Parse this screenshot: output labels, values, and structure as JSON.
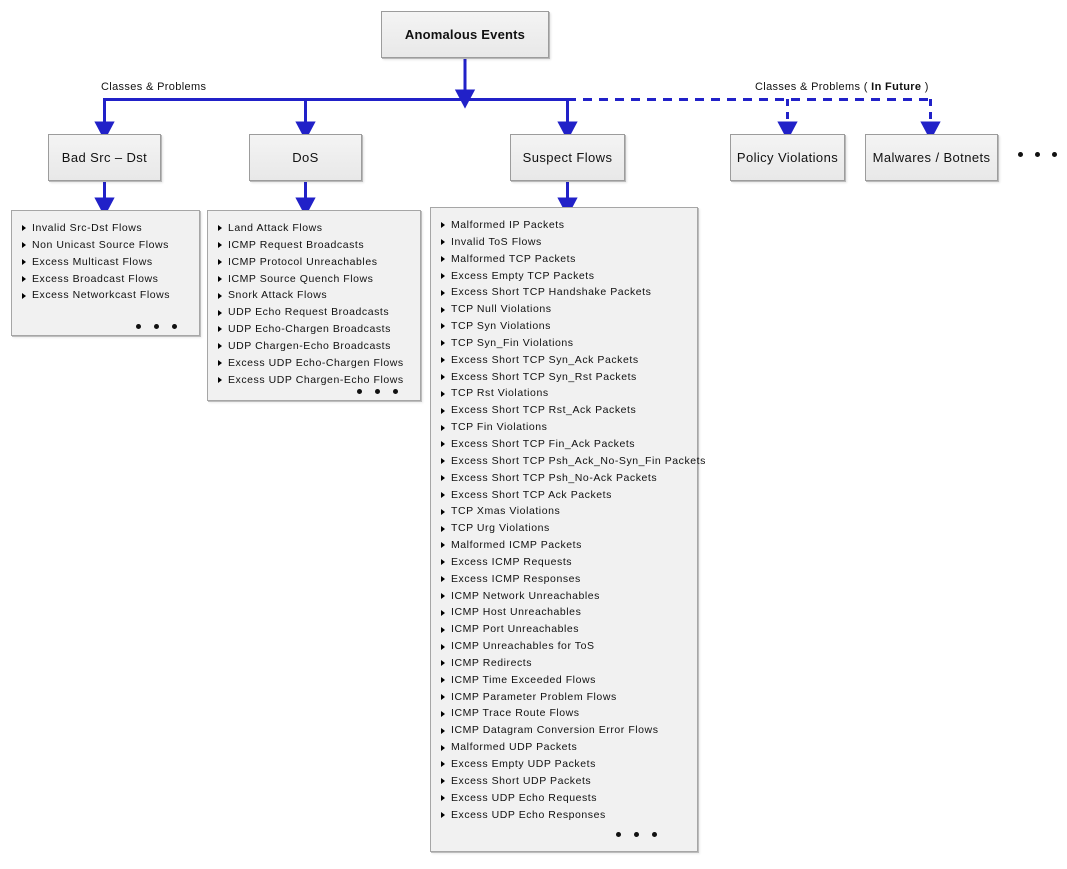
{
  "diagram": {
    "root": {
      "label": "Anomalous Events"
    },
    "captions": {
      "left": "Classes & Problems",
      "right_prefix": "Classes & Problems ( ",
      "right_emphasis": "In Future",
      "right_suffix": " )"
    },
    "categories": [
      {
        "id": "bad-src-dst",
        "label": "Bad Src – Dst",
        "future": false
      },
      {
        "id": "dos",
        "label": "DoS",
        "future": false
      },
      {
        "id": "suspect-flows",
        "label": "Suspect Flows",
        "future": false
      },
      {
        "id": "policy-violations",
        "label": "Policy Violations",
        "future": true
      },
      {
        "id": "malwares-botnets",
        "label": "Malwares / Botnets",
        "future": true
      }
    ],
    "more_indicator": "• • •",
    "panels": [
      {
        "id": "bad-src-dst-panel",
        "for": "Bad Src – Dst",
        "items": [
          "Invalid Src-Dst Flows",
          "Non Unicast Source Flows",
          "Excess Multicast Flows",
          "Excess Broadcast Flows",
          "Excess Networkcast Flows"
        ],
        "has_more": true
      },
      {
        "id": "dos-panel",
        "for": "DoS",
        "items": [
          "Land Attack Flows",
          "ICMP Request Broadcasts",
          "ICMP Protocol Unreachables",
          "ICMP Source Quench Flows",
          "Snork Attack Flows",
          "UDP Echo Request Broadcasts",
          "UDP Echo-Chargen Broadcasts",
          "UDP Chargen-Echo Broadcasts",
          "Excess UDP Echo-Chargen Flows",
          "Excess UDP Chargen-Echo Flows"
        ],
        "has_more": true
      },
      {
        "id": "suspect-flows-panel",
        "for": "Suspect Flows",
        "items": [
          "Malformed IP Packets",
          "Invalid ToS Flows",
          "Malformed TCP Packets",
          "Excess Empty TCP Packets",
          "Excess Short TCP Handshake Packets",
          "TCP Null Violations",
          "TCP Syn Violations",
          "TCP Syn_Fin Violations",
          "Excess Short TCP Syn_Ack Packets",
          "Excess Short TCP Syn_Rst Packets",
          "TCP Rst Violations",
          "Excess Short TCP Rst_Ack Packets",
          "TCP Fin Violations",
          "Excess Short TCP Fin_Ack Packets",
          "Excess Short TCP Psh_Ack_No-Syn_Fin Packets",
          "Excess Short TCP Psh_No-Ack Packets",
          "Excess Short TCP Ack Packets",
          "TCP Xmas Violations",
          "TCP Urg Violations",
          "Malformed ICMP Packets",
          "Excess ICMP Requests",
          "Excess ICMP Responses",
          "ICMP Network Unreachables",
          "ICMP Host Unreachables",
          "ICMP Port Unreachables",
          "ICMP Unreachables for ToS",
          "ICMP Redirects",
          "ICMP Time Exceeded Flows",
          "ICMP Parameter Problem Flows",
          "ICMP Trace Route Flows",
          "ICMP Datagram Conversion Error Flows",
          "Malformed UDP Packets",
          "Excess Empty UDP Packets",
          "Excess Short UDP Packets",
          "Excess UDP Echo Requests",
          "Excess UDP Echo Responses"
        ],
        "has_more": true
      }
    ],
    "colors": {
      "connector": "#2121c8",
      "node_border": "#9c9c9c",
      "node_fill": "#ececec",
      "panel_fill": "#f1f1f1",
      "panel_border": "#a6a6a6",
      "text": "#111111"
    }
  }
}
